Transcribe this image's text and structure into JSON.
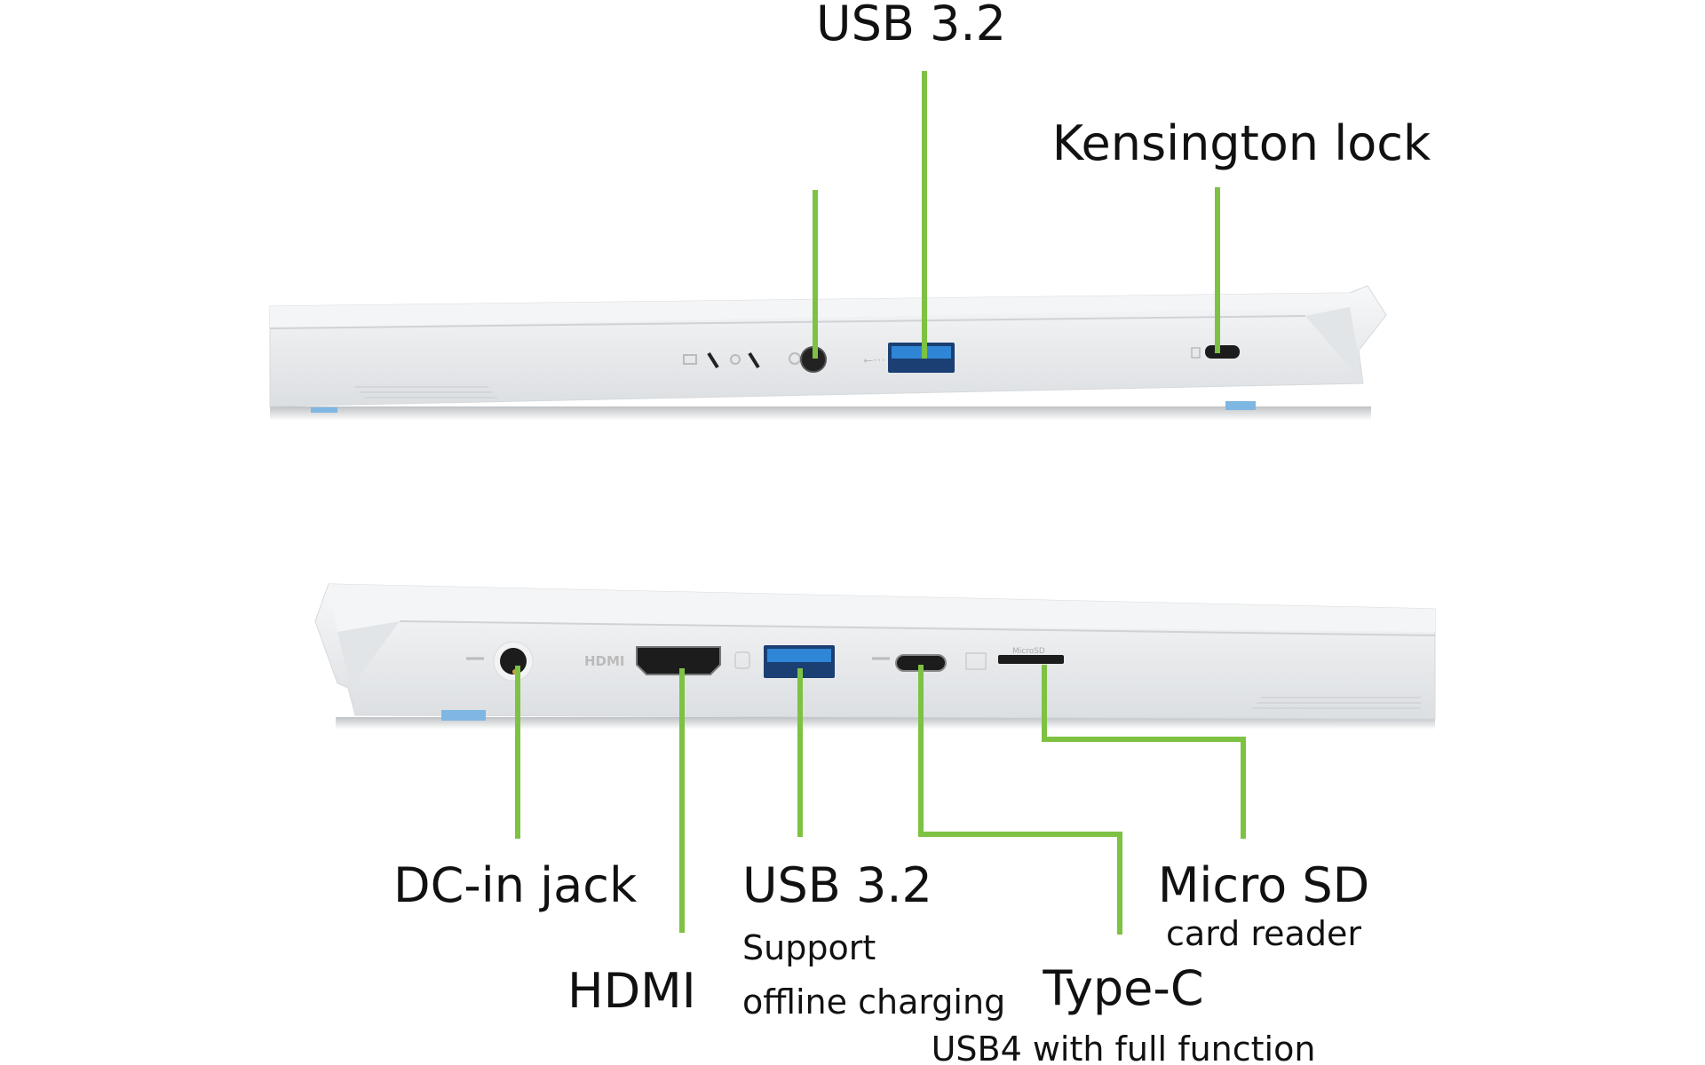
{
  "colors": {
    "callout_line": "#7dc242",
    "usb_port": "#2f86d6",
    "body": "#eef0f2"
  },
  "top_view": {
    "labels": {
      "usb": "USB 3.2",
      "kensington": "Kensington lock"
    }
  },
  "bottom_view": {
    "labels": {
      "dc_in": "DC-in jack",
      "hdmi": "HDMI",
      "usb": "USB 3.2",
      "usb_sub1": "Support",
      "usb_sub2": "offline charging",
      "microsd": "Micro SD",
      "microsd_sub": "card reader",
      "typec": "Type-C",
      "typec_sub": "USB4 with full function"
    },
    "port_markings": {
      "hdmi": "HDMI",
      "microsd": "MicroSD"
    }
  }
}
